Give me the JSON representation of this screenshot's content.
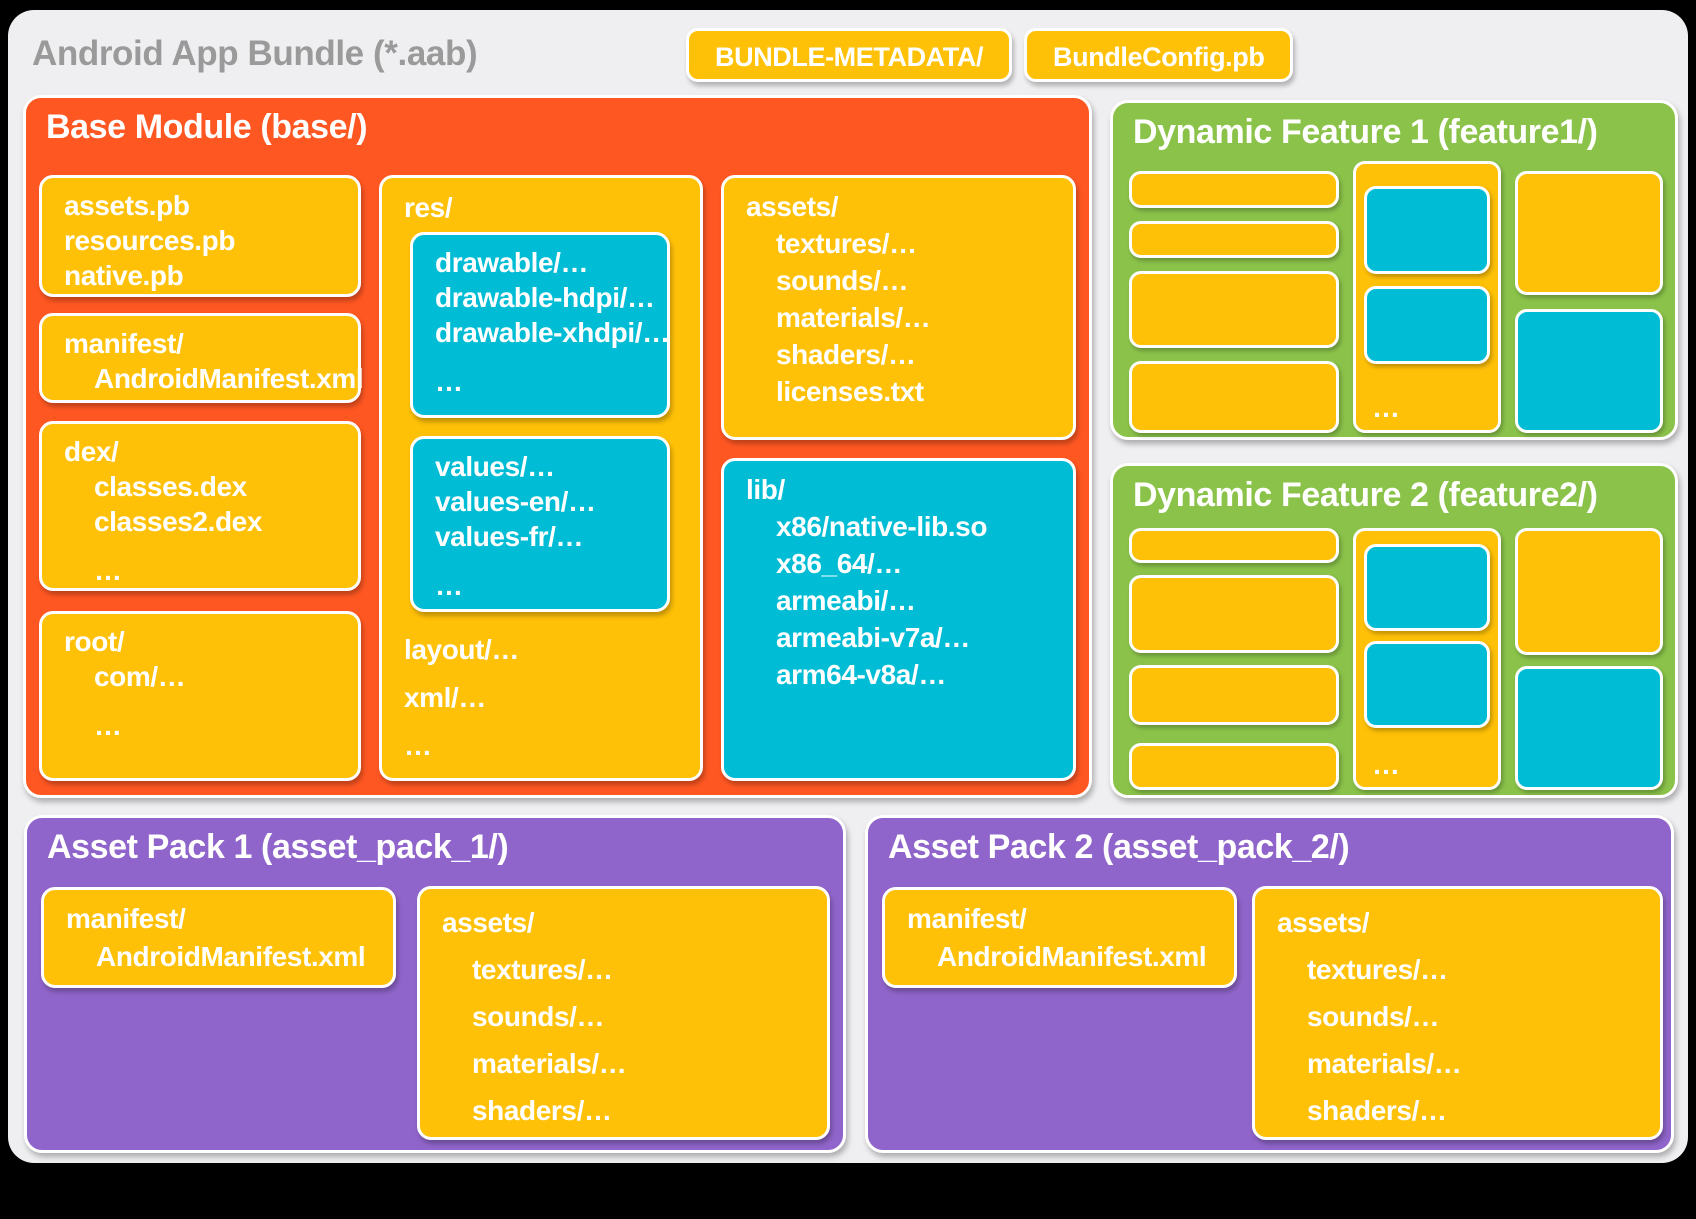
{
  "colors": {
    "background": "#000000",
    "card": "#EFEFF1",
    "orange": "#FF5722",
    "amber": "#FFC107",
    "cyan": "#00BCD4",
    "green": "#8BC34A",
    "purple": "#9065CB",
    "title_gray": "#9A9A9A"
  },
  "header": {
    "title": "Android App Bundle (*.aab)",
    "chips": [
      {
        "label": "BUNDLE-METADATA/"
      },
      {
        "label": "BundleConfig.pb"
      }
    ]
  },
  "base_module": {
    "title": "Base Module (base/)",
    "files_box": {
      "lines": [
        "assets.pb",
        "resources.pb",
        "native.pb"
      ]
    },
    "manifest_box": {
      "lines": [
        "manifest/",
        "AndroidManifest.xml"
      ]
    },
    "dex_box": {
      "lines": [
        "dex/",
        "classes.dex",
        "classes2.dex",
        "…"
      ]
    },
    "root_box": {
      "lines": [
        "root/",
        "com/…",
        "…"
      ]
    },
    "res_box": {
      "label": "res/",
      "drawable_box": {
        "lines": [
          "drawable/…",
          "drawable-hdpi/…",
          "drawable-xhdpi/…",
          "…"
        ]
      },
      "values_box": {
        "lines": [
          "values/…",
          "values-en/…",
          "values-fr/…",
          "…"
        ]
      },
      "extra_lines": [
        "layout/…",
        "xml/…",
        "…"
      ]
    },
    "assets_box": {
      "lines": [
        "assets/",
        "textures/…",
        "sounds/…",
        "materials/…",
        "shaders/…",
        "licenses.txt"
      ]
    },
    "lib_box": {
      "lines": [
        "lib/",
        "x86/native-lib.so",
        "x86_64/…",
        "armeabi/…",
        "armeabi-v7a/…",
        "arm64-v8a/…"
      ]
    }
  },
  "dynamic_features": [
    {
      "title": "Dynamic Feature 1 (feature1/)",
      "ellipsis": "…"
    },
    {
      "title": "Dynamic Feature 2 (feature2/)",
      "ellipsis": "…"
    }
  ],
  "asset_packs": [
    {
      "title": "Asset Pack 1 (asset_pack_1/)",
      "manifest_box": {
        "lines": [
          "manifest/",
          "AndroidManifest.xml"
        ]
      },
      "assets_box": {
        "lines": [
          "assets/",
          "textures/…",
          "sounds/…",
          "materials/…",
          "shaders/…"
        ]
      }
    },
    {
      "title": "Asset Pack 2 (asset_pack_2/)",
      "manifest_box": {
        "lines": [
          "manifest/",
          "AndroidManifest.xml"
        ]
      },
      "assets_box": {
        "lines": [
          "assets/",
          "textures/…",
          "sounds/…",
          "materials/…",
          "shaders/…"
        ]
      }
    }
  ]
}
